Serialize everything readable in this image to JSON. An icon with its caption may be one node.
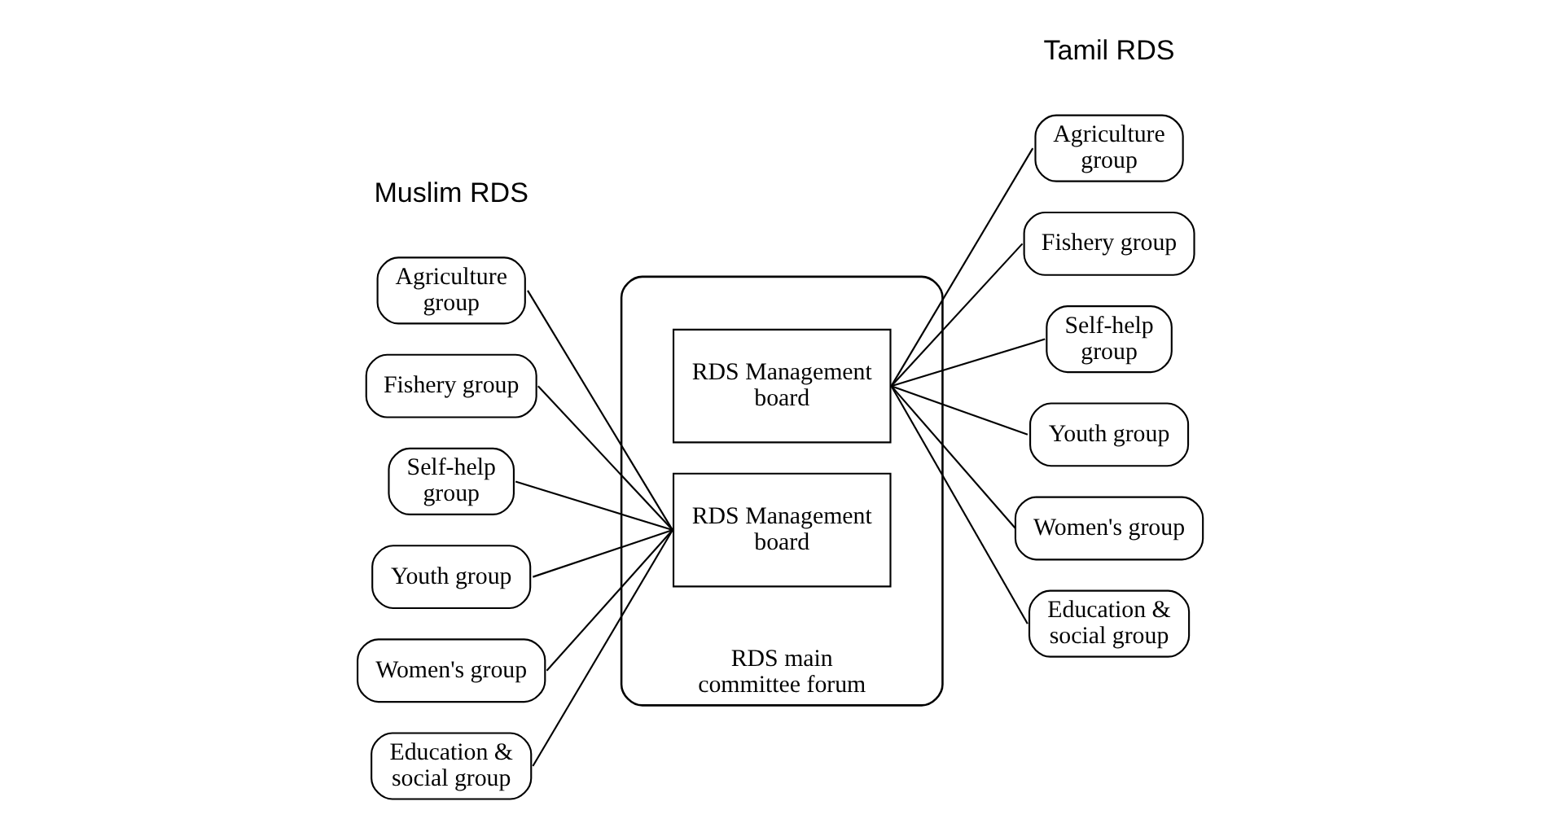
{
  "diagram": {
    "nodes": [
      {
        "text": [
          "RDS main committee forum"
        ]
      },
      {
        "text": [
          "RDS Management board"
        ],
        "in": 0
      },
      {
        "text": [
          "RDS Management board"
        ],
        "in": 0
      },
      {
        "text": [
          "Agriculture group"
        ]
      },
      {
        "text": [
          "Fishery group"
        ]
      },
      {
        "text": [
          "Self-help group"
        ]
      },
      {
        "text": [
          "Youth group"
        ]
      },
      {
        "text": [
          "Women's group"
        ]
      },
      {
        "text": [
          "Education & social group"
        ]
      },
      {
        "text": [
          "Agriculture group"
        ]
      },
      {
        "text": [
          "Fishery group"
        ]
      },
      {
        "text": [
          "Self-help group"
        ]
      },
      {
        "text": [
          "Youth group"
        ]
      },
      {
        "text": [
          "Women's group"
        ]
      },
      {
        "text": [
          "Education & social group"
        ]
      }
    ],
    "edges": [
      {
        "from": 3,
        "to": 2,
        "arrow": "none"
      },
      {
        "from": 4,
        "to": 2,
        "arrow": "none"
      },
      {
        "from": 5,
        "to": 2,
        "arrow": "none"
      },
      {
        "from": 6,
        "to": 2,
        "arrow": "none"
      },
      {
        "from": 7,
        "to": 2,
        "arrow": "none"
      },
      {
        "from": 8,
        "to": 2,
        "arrow": "none"
      },
      {
        "from": 1,
        "to": 9,
        "arrow": "none"
      },
      {
        "from": 1,
        "to": 10,
        "arrow": "none"
      },
      {
        "from": 1,
        "to": 11,
        "arrow": "none"
      },
      {
        "from": 1,
        "to": 12,
        "arrow": "none"
      },
      {
        "from": 1,
        "to": 13,
        "arrow": "none"
      },
      {
        "from": 1,
        "to": 14,
        "arrow": "none"
      }
    ],
    "labels": [
      "Muslim RDS",
      "Tamil RDS"
    ]
  }
}
